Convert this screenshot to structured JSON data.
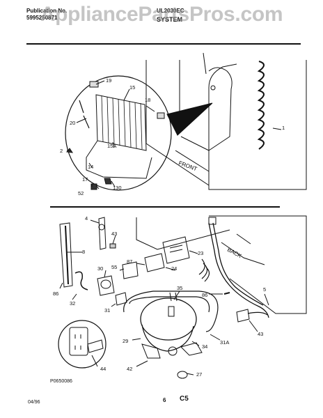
{
  "header": {
    "publication_label": "Publication No.",
    "publication_number": "5995250871",
    "model": "UL2030EC",
    "section_title": "SYSTEM"
  },
  "watermark": "AppliancePartsPros.com",
  "upper_view": {
    "front_label": "FRONT",
    "callouts": [
      "19",
      "15",
      "18",
      "20",
      "1",
      "15A",
      "2",
      "14",
      "17",
      "52",
      "130"
    ]
  },
  "lower_view": {
    "back_label": "BACK",
    "callouts": [
      "4",
      "43",
      "8",
      "87",
      "23",
      "30",
      "55",
      "24",
      "86",
      "32",
      "35",
      "86",
      "31",
      "5",
      "29",
      "34",
      "31A",
      "43",
      "42",
      "27",
      "44"
    ]
  },
  "figure_code": "P0650086",
  "footer": {
    "date": "04/96",
    "page": "6",
    "code": "C5"
  },
  "colors": {
    "ink": "#111111",
    "watermark": "#969696",
    "background": "#ffffff"
  }
}
